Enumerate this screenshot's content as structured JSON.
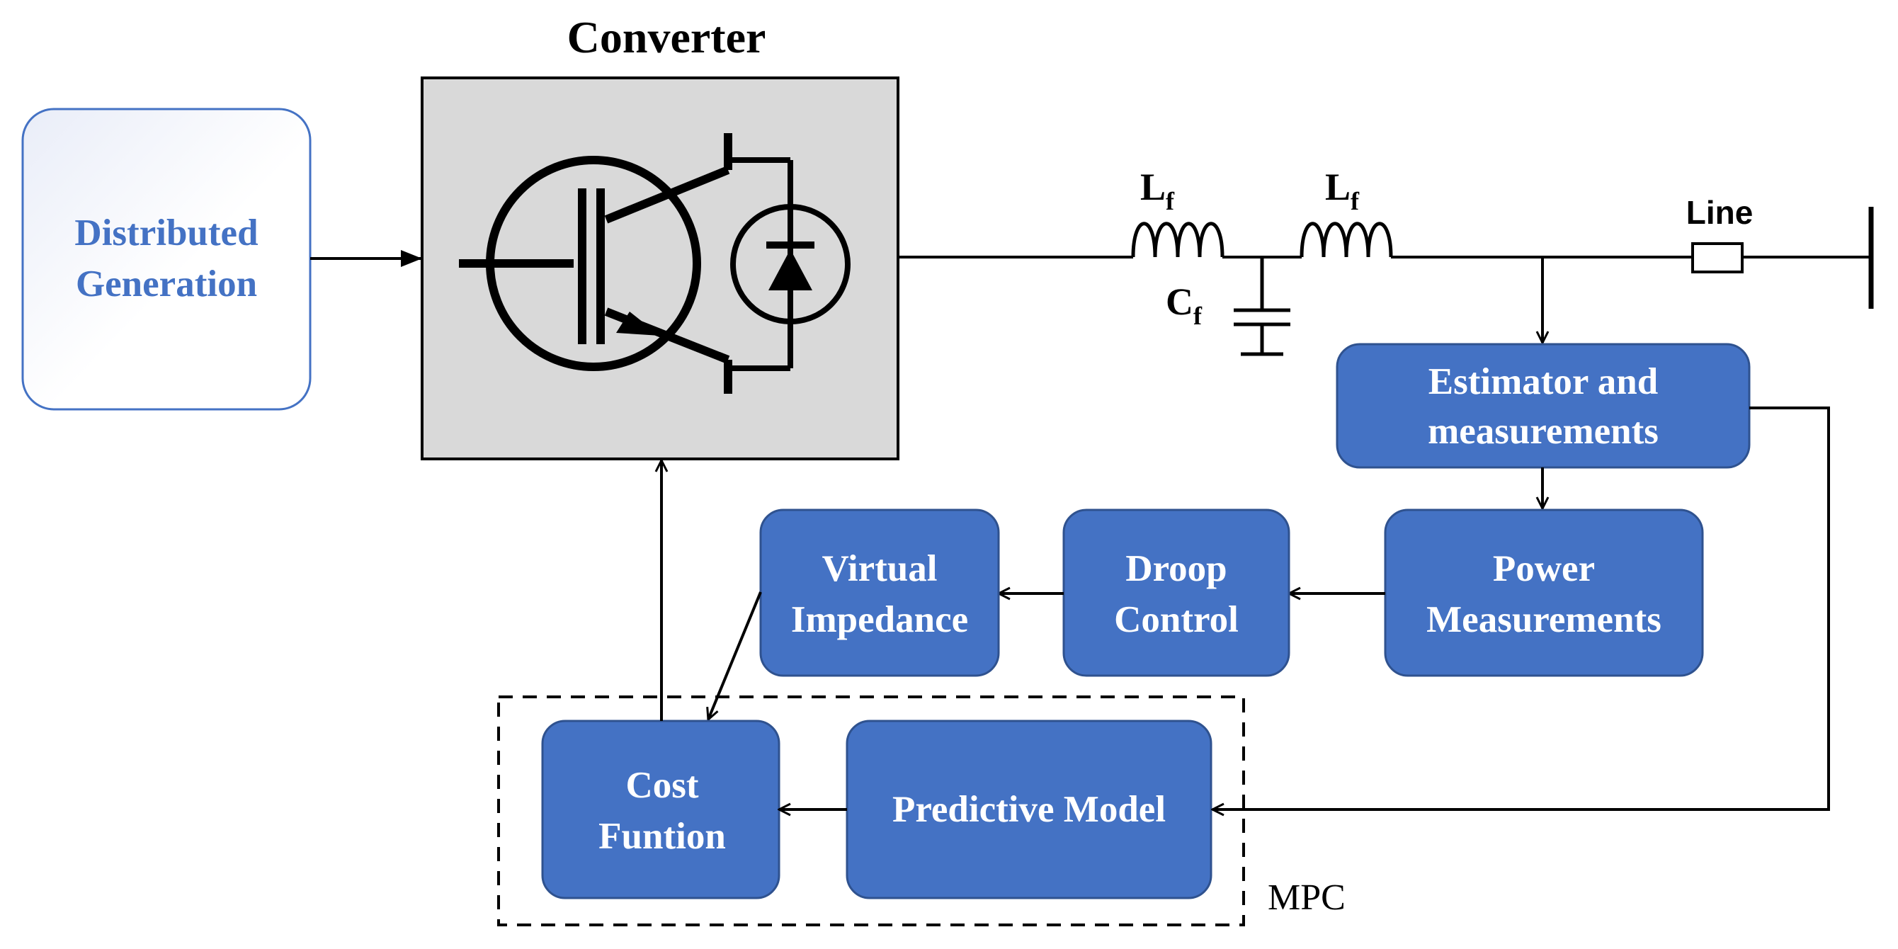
{
  "title": "Converter",
  "source": {
    "line1": "Distributed",
    "line2": "Generation"
  },
  "filter": {
    "inductor1": {
      "main": "L",
      "sub": "f"
    },
    "inductor2": {
      "main": "L",
      "sub": "f"
    },
    "capacitor": {
      "main": "C",
      "sub": "f"
    }
  },
  "line_label": "Line",
  "blocks": {
    "estimator": {
      "line1": "Estimator and",
      "line2": "measurements"
    },
    "power": {
      "line1": "Power",
      "line2": "Measurements"
    },
    "droop": {
      "line1": "Droop",
      "line2": "Control"
    },
    "virtual": {
      "line1": "Virtual",
      "line2": "Impedance"
    },
    "cost": {
      "line1": "Cost",
      "line2": "Funtion"
    },
    "predictive": {
      "line1": "Predictive Model"
    }
  },
  "mpc_label": "MPC",
  "colors": {
    "block_fill": "#4472c4",
    "block_stroke": "#2f528f",
    "converter_fill": "#d9d9d9",
    "source_text": "#4472c4",
    "line": "#000000"
  }
}
